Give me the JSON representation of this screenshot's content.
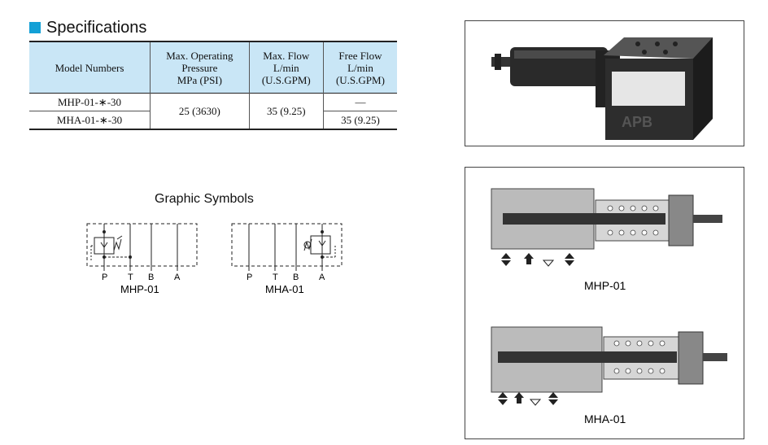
{
  "specifications": {
    "title": "Specifications",
    "headers": {
      "model": "Model Numbers",
      "pressure": [
        "Max. Operating",
        "Pressure",
        "MPa (PSI)"
      ],
      "max_flow": [
        "Max. Flow",
        "L/min",
        "(U.S.GPM)"
      ],
      "free_flow": [
        "Free Flow",
        "L/min",
        "(U.S.GPM)"
      ]
    },
    "rows": [
      {
        "model": "MHP-01-∗-30",
        "free_flow": "—"
      },
      {
        "model": "MHA-01-∗-30",
        "free_flow": "35 (9.25)"
      }
    ],
    "pressure_value": "25 (3630)",
    "max_flow_value": "35 (9.25)"
  },
  "graphic_symbols": {
    "title": "Graphic Symbols",
    "ports": [
      "P",
      "T",
      "B",
      "A"
    ],
    "symbols": [
      "MHP-01",
      "MHA-01"
    ]
  },
  "product_photo": {
    "logo_text": "APB"
  },
  "cutaways": {
    "top_label": "MHP-01",
    "bottom_label": "MHA-01"
  },
  "colors": {
    "accent": "#13a0d6",
    "table_header": "#c9e6f6"
  }
}
